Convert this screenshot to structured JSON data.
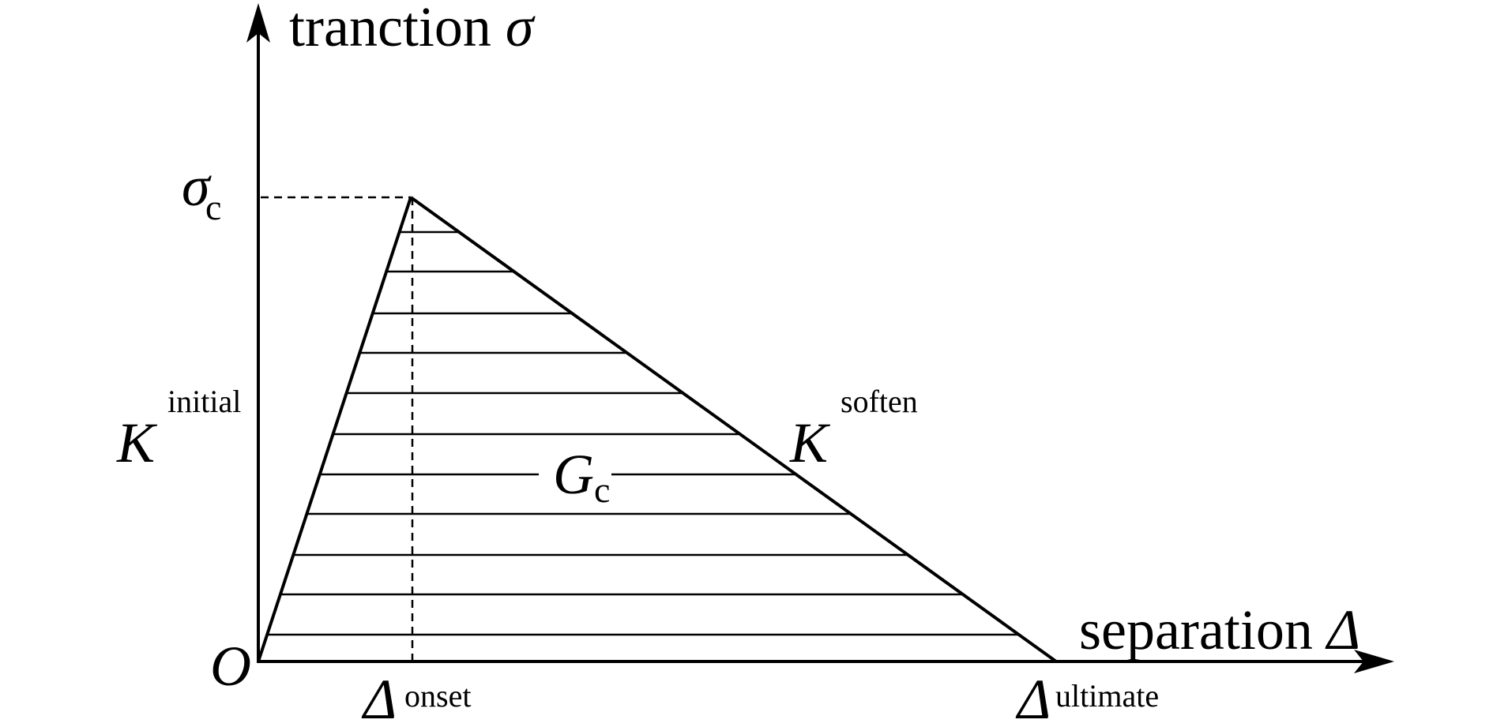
{
  "axes": {
    "y_label_text": "tranction ",
    "y_label_symbol": "σ",
    "x_label_text": "separation ",
    "x_label_symbol": "Δ",
    "origin": "O"
  },
  "peak": {
    "symbol": "σ",
    "subscript": "c"
  },
  "initial_stiffness": {
    "symbol": "K",
    "superscript": "initial"
  },
  "soften_stiffness": {
    "symbol": "K",
    "superscript": "soften"
  },
  "energy": {
    "symbol": "G",
    "subscript": "c"
  },
  "onset": {
    "symbol": "Δ",
    "superscript": "onset"
  },
  "ultimate": {
    "symbol": "Δ",
    "superscript": "ultimate"
  },
  "colors": {
    "line": "#000000",
    "background": "#ffffff"
  }
}
